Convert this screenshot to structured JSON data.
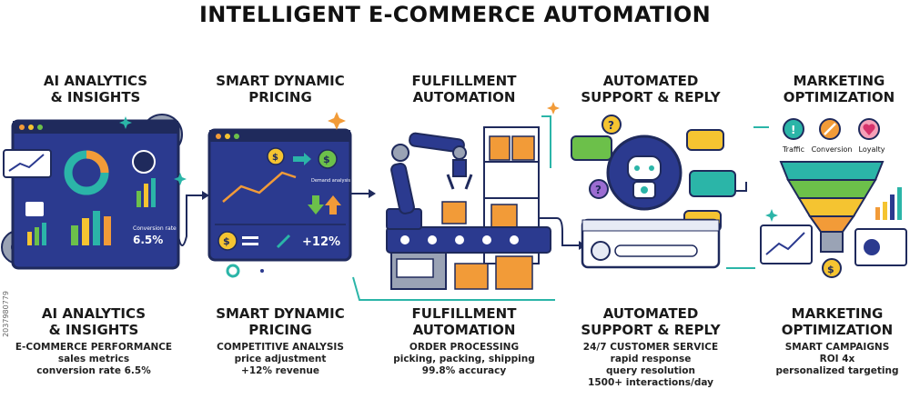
{
  "title": "INTELLIGENT E-COMMERCE AUTOMATION",
  "watermark": "2037980779",
  "columns": [
    {
      "head": [
        "AI ANALYTICS",
        "& INSIGHTS"
      ],
      "foot": [
        "AI ANALYTICS",
        "& INSIGHTS"
      ],
      "lines": [
        "E-COMMERCE PERFORMANCE",
        "sales metrics",
        "conversion rate 6.5%"
      ],
      "panel_value": "6.5%",
      "panel_caption": "Conversion rate"
    },
    {
      "head": [
        "SMART DYNAMIC",
        "PRICING"
      ],
      "foot": [
        "SMART DYNAMIC",
        "PRICING"
      ],
      "lines": [
        "COMPETITIVE ANALYSIS",
        "price adjustment",
        "+12% revenue"
      ],
      "panel_value": "+12%",
      "panel_caption": "Demand analysis"
    },
    {
      "head": [
        "FULFILLMENT",
        "AUTOMATION"
      ],
      "foot": [
        "FULFILLMENT",
        "AUTOMATION"
      ],
      "lines": [
        "ORDER PROCESSING",
        "picking, packing, shipping",
        "99.8% accuracy"
      ]
    },
    {
      "head": [
        "AUTOMATED",
        "SUPPORT & REPLY"
      ],
      "foot": [
        "AUTOMATED",
        "SUPPORT & REPLY"
      ],
      "lines": [
        "24/7 CUSTOMER SERVICE",
        "rapid response",
        "query resolution",
        "1500+ interactions/day"
      ]
    },
    {
      "head": [
        "MARKETING",
        "OPTIMIZATION"
      ],
      "foot": [
        "MARKETING",
        "OPTIMIZATION"
      ],
      "lines": [
        "SMART CAMPAIGNS",
        "ROI 4x",
        "personalized targeting"
      ],
      "funnel_labels": [
        "Traffic",
        "Conversion",
        "Loyalty"
      ]
    }
  ],
  "colors": {
    "navy": "#1f2a5c",
    "panel": "#2b3a8f",
    "teal": "#2bb5a8",
    "orange": "#f29b38",
    "yellow": "#f5c431",
    "green": "#6cc04a",
    "gray": "#9aa3b5"
  },
  "icons": [
    "bar-chart-icon",
    "pie-chart-icon",
    "gear-icon",
    "dollar-icon",
    "robot-arm-icon",
    "box-icon",
    "chatbot-icon",
    "funnel-icon",
    "heart-icon",
    "target-icon"
  ]
}
